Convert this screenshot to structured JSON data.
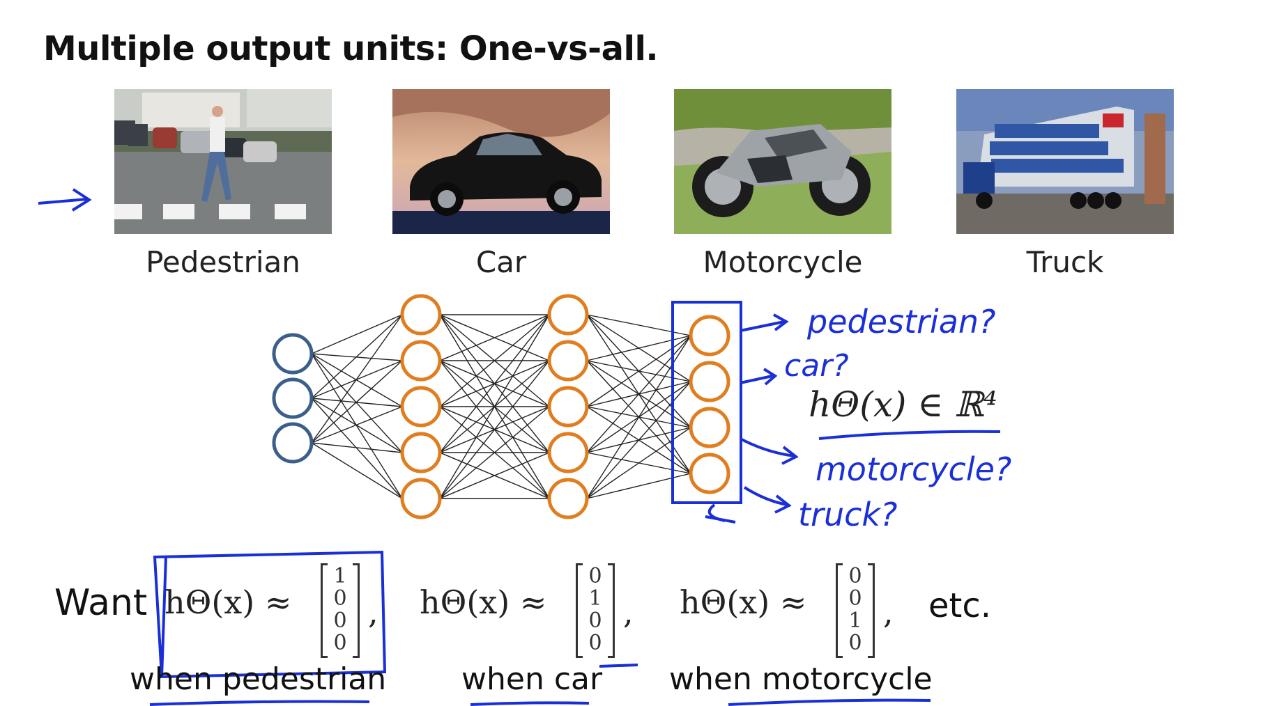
{
  "title": "Multiple output units: One-vs-all.",
  "classes": [
    {
      "label": "Pedestrian"
    },
    {
      "label": "Car"
    },
    {
      "label": "Motorcycle"
    },
    {
      "label": "Truck"
    }
  ],
  "network": {
    "input_units": 3,
    "hidden_layer_1_units": 5,
    "hidden_layer_2_units": 5,
    "output_units": 4,
    "input_color": "#3b5f8a",
    "hidden_color": "#e07d1e",
    "output_color": "#e07d1e"
  },
  "annotations": {
    "output_labels": [
      "pedestrian?",
      "car?",
      "motorcycle?",
      "truck?"
    ],
    "hypothesis_space": "hΘ(x) ∈ ℝ⁴",
    "ink_color": "#1a2fd8"
  },
  "want": {
    "prefix": "Want",
    "hypothesis": "hΘ(x)",
    "approx": "≈",
    "vectors": [
      [
        "1",
        "0",
        "0",
        "0"
      ],
      [
        "0",
        "1",
        "0",
        "0"
      ],
      [
        "0",
        "0",
        "1",
        "0"
      ]
    ],
    "suffix": "etc.",
    "conditions": [
      "when pedestrian",
      "when car",
      "when motorcycle"
    ]
  }
}
